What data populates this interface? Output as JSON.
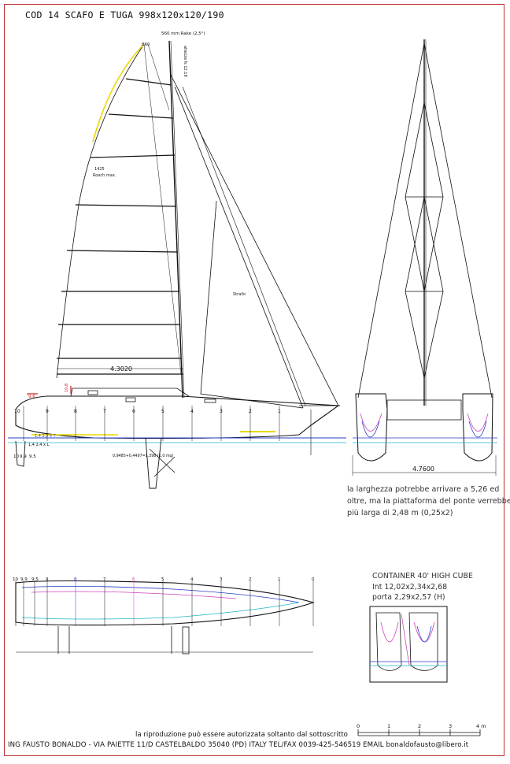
{
  "title": "COD 14 SCAFO E TUGA 998x120x120/190",
  "sail_plan": {
    "rake_label": "560 mm Rake (2,5°)",
    "top_value": "860",
    "mast_height_label": "altezza fs 12.19",
    "roach_label": "1425",
    "roach_sub": "Roach max.",
    "jib_label": "Strallo",
    "boom_dim": "4.3020",
    "red_dim_a": "9,6",
    "red_dim_b": "10,8",
    "draft_label": "0,9485+0,4497=1,398 (1,0 mq)",
    "station_labels_profile": [
      "10",
      "9",
      "8",
      "7",
      "6",
      "5",
      "4",
      "3",
      "2",
      "1"
    ],
    "waterline_a": "1,4 2,2 x T",
    "waterline_b": "1,4 2,4 x L",
    "keel_labels": [
      "10",
      "9.9",
      "9.5"
    ]
  },
  "front_view": {
    "beam_dim": "4.7600"
  },
  "note": {
    "lines": [
      "la larghezza potrebbe arrivare a 5,26 ed",
      "oltre, ma la piattaforma del ponte verrebbe",
      "più larga di 2,48 m (0,25x2)"
    ]
  },
  "plan_view": {
    "station_labels": [
      "10",
      "9.9",
      "9.5",
      "9",
      "8",
      "7",
      "6",
      "5",
      "4",
      "3",
      "2",
      "1",
      "0"
    ]
  },
  "container": {
    "lines": [
      "CONTAINER 40' HIGH CUBE",
      "Int 12,02x2,34x2,68",
      "porta 2,29x2,57 (H)"
    ]
  },
  "scale_bar": {
    "ticks": [
      "0",
      "1",
      "2",
      "3",
      "4 m"
    ]
  },
  "footer": {
    "reproduction": "la riproduzione può essere autorizzata soltanto dal sottoscritto",
    "contact": "ING FAUSTO BONALDO - VIA PAIETTE 11/D CASTELBALDO 35040 (PD) ITALY TEL/FAX 0039-425-546519 EMAIL bonaldofausto@libero.it"
  }
}
